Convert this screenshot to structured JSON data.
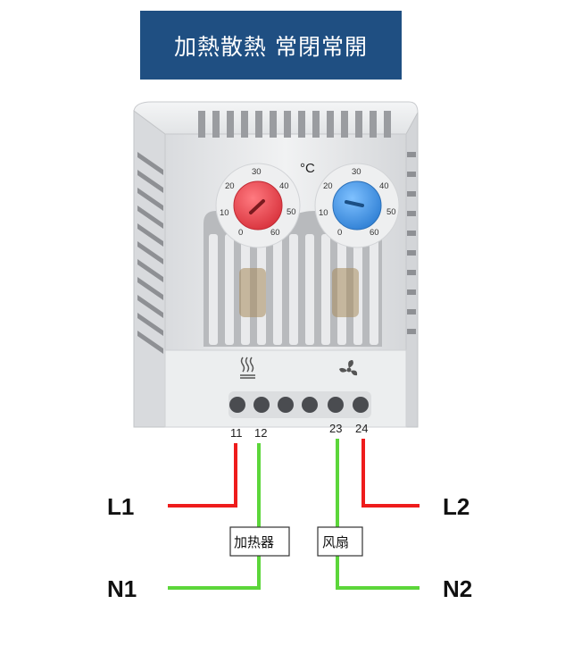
{
  "banner": {
    "title": "加熱散熱 常閉常開"
  },
  "device": {
    "unit": "°C",
    "dial_scale": [
      "0",
      "10",
      "20",
      "30",
      "40",
      "50",
      "60"
    ],
    "heat_dial_color": "#e8434d",
    "cool_dial_color": "#3b8fe0",
    "heat_symbol": "heater-icon",
    "fan_symbol": "fan-icon",
    "terminals": [
      "11",
      "12",
      "23",
      "24"
    ]
  },
  "wiring": {
    "l1": "L1",
    "n1": "N1",
    "l2": "L2",
    "n2": "N2",
    "heater_label": "加热器",
    "fan_label": "风扇",
    "live_color": "#ee1c1c",
    "neutral_color": "#5cd63a"
  }
}
